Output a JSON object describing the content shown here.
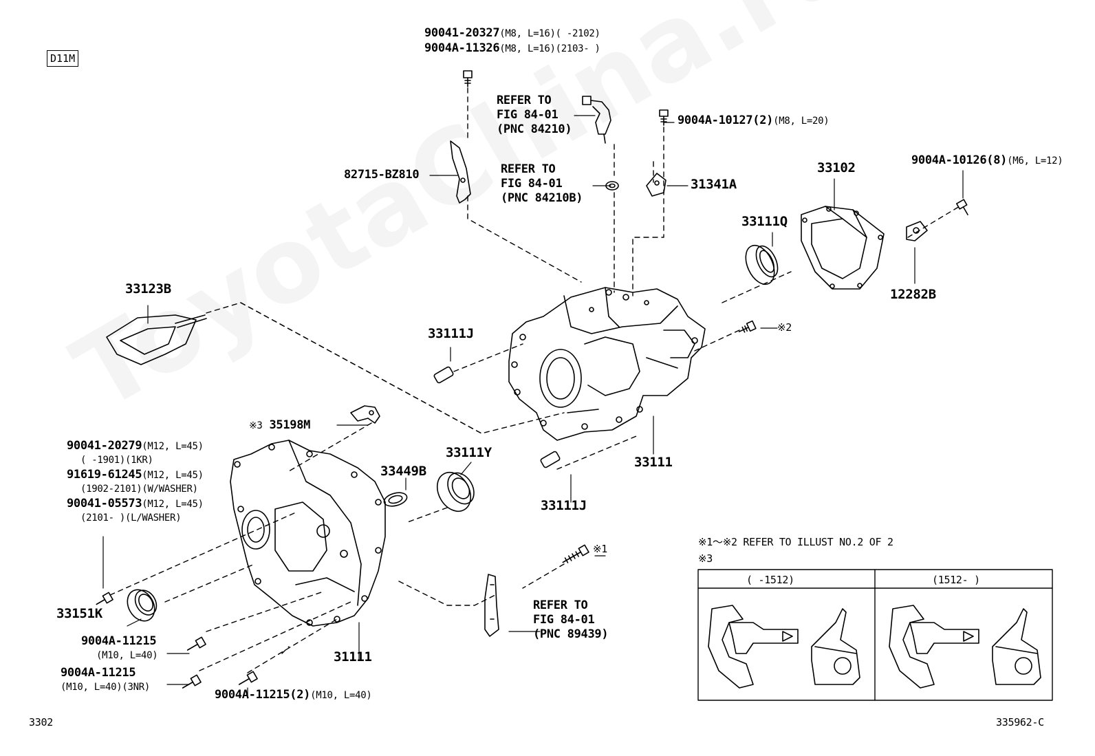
{
  "diagram": {
    "code": "D11M",
    "page_number": "3302",
    "figure_id": "335962-C",
    "watermark": "ToyotaChina.ru"
  },
  "labels": {
    "bolt_top_1_pn": "90041-20327",
    "bolt_top_1_spec": "(M8, L=16)(       -2102)",
    "bolt_top_2_pn": "9004A-11326",
    "bolt_top_2_spec": "(M8, L=16)(2103-       )",
    "bracket_82715": "82715-BZ810",
    "refer_84210_l1": "REFER TO",
    "refer_84210_l2": "FIG 84-01",
    "refer_84210_l3": "(PNC 84210)",
    "refer_84210b_l1": "REFER TO",
    "refer_84210b_l2": "FIG 84-01",
    "refer_84210b_l3": "(PNC 84210B)",
    "bolt_10127_pn": "9004A-10127(2)",
    "bolt_10127_spec": "(M8, L=20)",
    "bracket_31341a": "31341A",
    "cover_33102": "33102",
    "bolt_10126_pn": "9004A-10126(8)",
    "bolt_10126_spec": "(M6, L=12)",
    "seal_33111q": "33111Q",
    "plate_12282b": "12282B",
    "note_2": "※2",
    "cover_33123b": "33123B",
    "pin_33111j_top": "33111J",
    "pin_33111j_bottom": "33111J",
    "case_33111_right": "33111",
    "clip_35198m_mark": "※3",
    "clip_35198m": "35198M",
    "seal_33111y": "33111Y",
    "seal_33449b": "33449B",
    "bolt_20279_pn": "90041-20279",
    "bolt_20279_spec": "(M12, L=45)",
    "bolt_20279_spec2": "(       -1901)(1KR)",
    "bolt_61245_pn": "91619-61245",
    "bolt_61245_spec": "(M12, L=45)",
    "bolt_61245_spec2": "(1902-2101)(W/WASHER)",
    "bolt_05573_pn": "90041-05573",
    "bolt_05573_spec": "(M12, L=45)",
    "bolt_05573_spec2": "(2101-       )(L/WASHER)",
    "seal_33151k": "33151K",
    "bolt_11215_a_pn": "9004A-11215",
    "bolt_11215_a_spec": "(M10, L=40)",
    "bolt_11215_b_pn": "9004A-11215",
    "bolt_11215_b_spec": "(M10, L=40)(3NR)",
    "bolt_11215_c_pn": "9004A-11215(2)",
    "bolt_11215_c_spec": "(M10, L=40)",
    "case_31111": "31111",
    "note_1": "※1",
    "refer_89439_l1": "REFER TO",
    "refer_89439_l2": "FIG 84-01",
    "refer_89439_l3": "(PNC 89439)",
    "note_refer": "※1～※2  REFER TO ILLUST NO.2 OF 2",
    "note_3": "※3",
    "inset_col1": "(       -1512)",
    "inset_col2": "(1512-       )"
  }
}
